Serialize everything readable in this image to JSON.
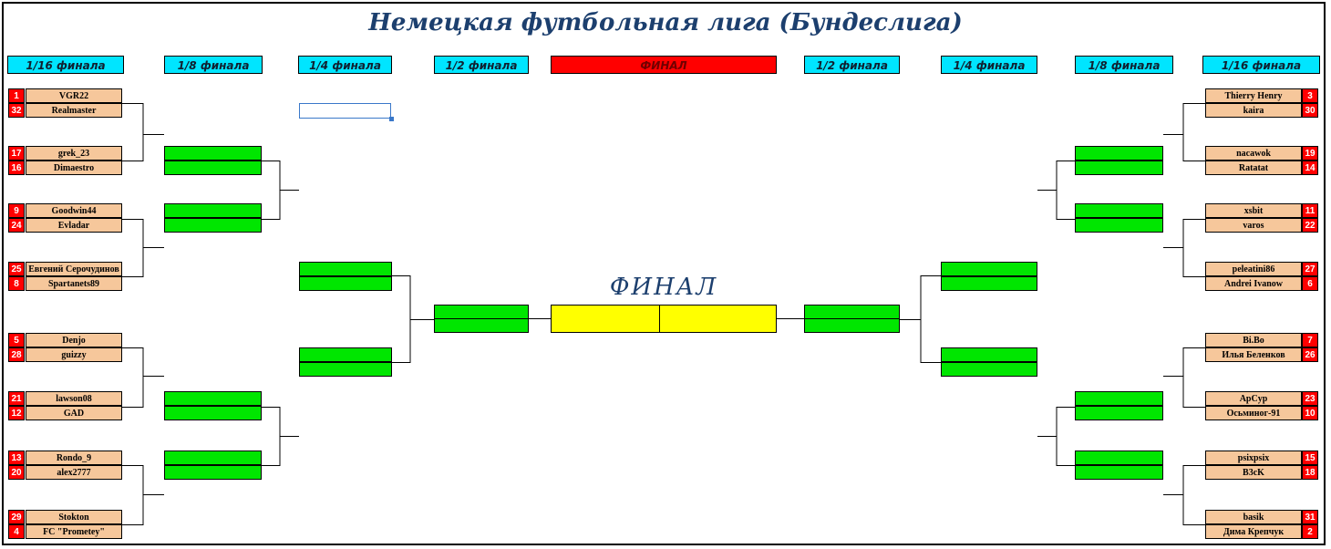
{
  "title": "Немецкая футбольная лига (Бундеслига)",
  "headers": {
    "r16_left": "1/16 финала",
    "r8_left": "1/8 финала",
    "r4_left": "1/4 финала",
    "semi_left": "1/2 финала",
    "final": "ФИНАЛ",
    "semi_right": "1/2 финала",
    "r4_right": "1/4 финала",
    "r8_right": "1/8 финала",
    "r16_right": "1/16 финала"
  },
  "final_label": "ФИНАЛ",
  "colors": {
    "header": "#00e5ff",
    "final_header": "#ff0000",
    "seed": "#ff0000",
    "player": "#f6c79b",
    "winner_slot": "#00e600",
    "final_slot": "#ffff00",
    "title": "#1c3f6e"
  },
  "left_pairs": [
    [
      {
        "seed": "1",
        "name": "VGR22"
      },
      {
        "seed": "32",
        "name": "Realmaster"
      }
    ],
    [
      {
        "seed": "17",
        "name": "grek_23"
      },
      {
        "seed": "16",
        "name": "Dimaestro"
      }
    ],
    [
      {
        "seed": "9",
        "name": "Goodwin44"
      },
      {
        "seed": "24",
        "name": "Evladar"
      }
    ],
    [
      {
        "seed": "25",
        "name": "Евгений Серочудинов"
      },
      {
        "seed": "8",
        "name": "Spartanets89"
      }
    ],
    [
      {
        "seed": "5",
        "name": "Denjo"
      },
      {
        "seed": "28",
        "name": "guizzy"
      }
    ],
    [
      {
        "seed": "21",
        "name": "lawson08"
      },
      {
        "seed": "12",
        "name": "GAD"
      }
    ],
    [
      {
        "seed": "13",
        "name": "Rondo_9"
      },
      {
        "seed": "20",
        "name": "alex2777"
      }
    ],
    [
      {
        "seed": "29",
        "name": "Stokton"
      },
      {
        "seed": "4",
        "name": "FC \"Prometey\""
      }
    ]
  ],
  "right_pairs": [
    [
      {
        "seed": "3",
        "name": "Thierry Henry"
      },
      {
        "seed": "30",
        "name": "kaira"
      }
    ],
    [
      {
        "seed": "19",
        "name": "nacawok"
      },
      {
        "seed": "14",
        "name": "Ratatat"
      }
    ],
    [
      {
        "seed": "11",
        "name": "xsbit"
      },
      {
        "seed": "22",
        "name": "varos"
      }
    ],
    [
      {
        "seed": "27",
        "name": "peleatini86"
      },
      {
        "seed": "6",
        "name": "Andrei Ivanow"
      }
    ],
    [
      {
        "seed": "7",
        "name": "Bi.Bo"
      },
      {
        "seed": "26",
        "name": "Илья Беленков"
      }
    ],
    [
      {
        "seed": "23",
        "name": "ApCyp"
      },
      {
        "seed": "10",
        "name": "Осьминог-91"
      }
    ],
    [
      {
        "seed": "15",
        "name": "psixpsix"
      },
      {
        "seed": "18",
        "name": "B3cK"
      }
    ],
    [
      {
        "seed": "31",
        "name": "basik"
      },
      {
        "seed": "2",
        "name": "Дима Крепчук"
      }
    ]
  ]
}
